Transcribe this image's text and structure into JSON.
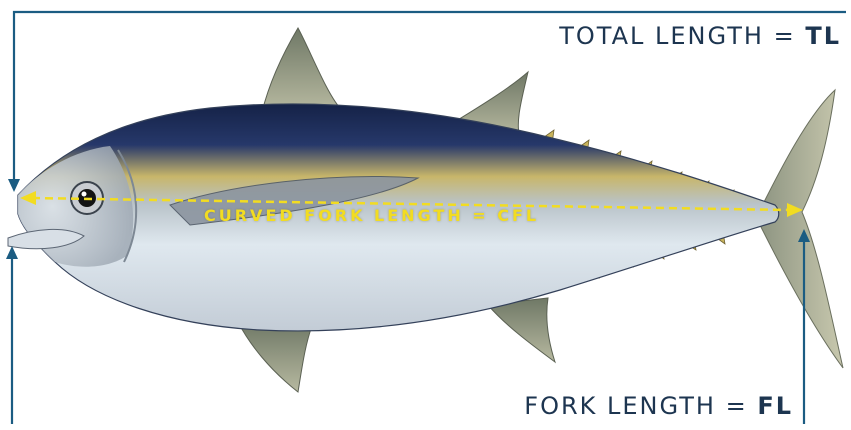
{
  "labels": {
    "total_length_prefix": "TOTAL LENGTH = ",
    "total_length_abbr": "TL",
    "fork_length_prefix": "FORK LENGTH = ",
    "fork_length_abbr": "FL",
    "curved_fork_length": "CURVED FORK LENGTH = CFL"
  },
  "colors": {
    "measure_lines": "#1b5c82",
    "cfl_line": "#f2dc21",
    "label_text": "#1d3550",
    "fish_back": "#1b2a52",
    "fish_belly": "#e6eef4"
  }
}
